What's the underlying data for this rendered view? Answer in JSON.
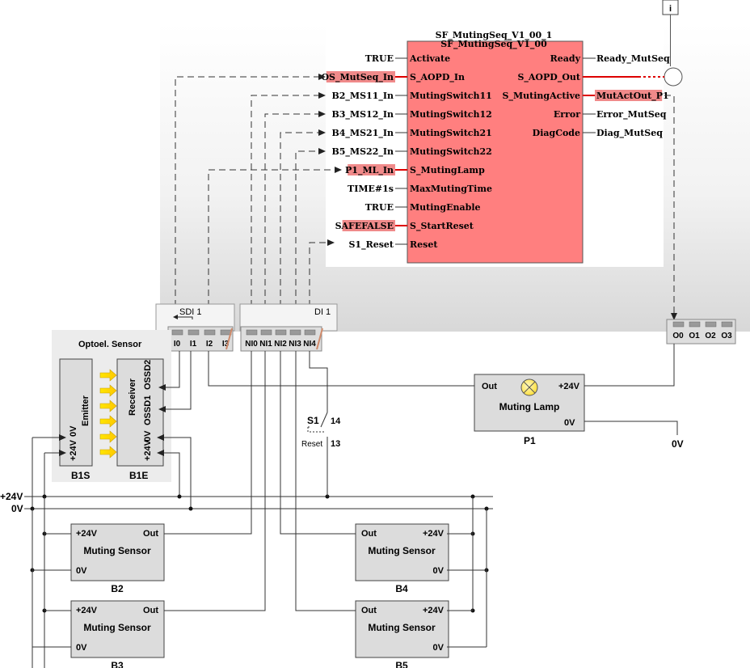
{
  "function_block": {
    "instance_name": "SF_MutingSeq_V1_00_1",
    "type_name": "SF_MutingSeq_V1_00",
    "inputs": [
      {
        "pin": "Activate",
        "value": "TRUE",
        "safe": false
      },
      {
        "pin": "S_AOPD_In",
        "value": "OS_MutSeq_In",
        "safe": true
      },
      {
        "pin": "MutingSwitch11",
        "value": "B2_MS11_In",
        "safe": false
      },
      {
        "pin": "MutingSwitch12",
        "value": "B3_MS12_In",
        "safe": false
      },
      {
        "pin": "MutingSwitch21",
        "value": "B4_MS21_In",
        "safe": false
      },
      {
        "pin": "MutingSwitch22",
        "value": "B5_MS22_In",
        "safe": false
      },
      {
        "pin": "S_MutingLamp",
        "value": "P1_ML_In",
        "safe": true
      },
      {
        "pin": "MaxMutingTime",
        "value": "TIME#1s",
        "safe": false
      },
      {
        "pin": "MutingEnable",
        "value": "TRUE",
        "safe": false
      },
      {
        "pin": "S_StartReset",
        "value": "SAFEFALSE",
        "safe": true
      },
      {
        "pin": "Reset",
        "value": "S1_Reset",
        "safe": false
      }
    ],
    "outputs": [
      {
        "pin": "Ready",
        "value": "Ready_MutSeq",
        "safe": false
      },
      {
        "pin": "S_AOPD_Out",
        "value": "",
        "safe": true
      },
      {
        "pin": "S_MutingActive",
        "value": "MutActOut_P1",
        "safe": true
      },
      {
        "pin": "Error",
        "value": "Error_MutSeq",
        "safe": false
      },
      {
        "pin": "DiagCode",
        "value": "Diag_MutSeq",
        "safe": false
      }
    ]
  },
  "info_icon": "i",
  "modules": {
    "sdi": {
      "title": "SDI 1",
      "terminals": [
        "I0",
        "I1",
        "I2",
        "I3"
      ]
    },
    "di": {
      "title": "DI 1",
      "terminals": [
        "NI0",
        "NI1",
        "NI2",
        "NI3",
        "NI4"
      ]
    },
    "outputs": {
      "terminals": [
        "O0",
        "O1",
        "O2",
        "O3"
      ]
    }
  },
  "opto_sensor": {
    "title": "Optoel. Sensor",
    "emitter": {
      "name": "Emitter",
      "pins": [
        "+24V",
        "0V"
      ],
      "tag": "B1S"
    },
    "receiver": {
      "name": "Receiver",
      "pins": [
        "+24V",
        "0V",
        "OSSD1",
        "OSSD2"
      ],
      "tag": "B1E"
    }
  },
  "muting_lamp": {
    "name": "Muting Lamp",
    "out": "Out",
    "plus": "+24V",
    "zero": "0V",
    "tag": "P1",
    "gnd": "0V"
  },
  "switch": {
    "tag": "S1",
    "name": "Reset",
    "pin_a": "14",
    "pin_b": "13"
  },
  "rails": {
    "plus": "+24V",
    "zero": "0V"
  },
  "muting_sensors": [
    {
      "tag": "B2",
      "name": "Muting Sensor",
      "plus": "+24V",
      "out": "Out",
      "zero": "0V"
    },
    {
      "tag": "B3",
      "name": "Muting Sensor",
      "plus": "+24V",
      "out": "Out",
      "zero": "0V"
    },
    {
      "tag": "B4",
      "name": "Muting Sensor",
      "plus": "+24V",
      "out": "Out",
      "zero": "0V"
    },
    {
      "tag": "B5",
      "name": "Muting Sensor",
      "plus": "+24V",
      "out": "Out",
      "zero": "0V"
    }
  ],
  "colors": {
    "block_fill": "#ff7f7f",
    "safe_highlight": "#f08a8a",
    "safe_line": "#dd0000",
    "component_fill": "#dcdcdc",
    "panel_fill": "#ececec"
  }
}
